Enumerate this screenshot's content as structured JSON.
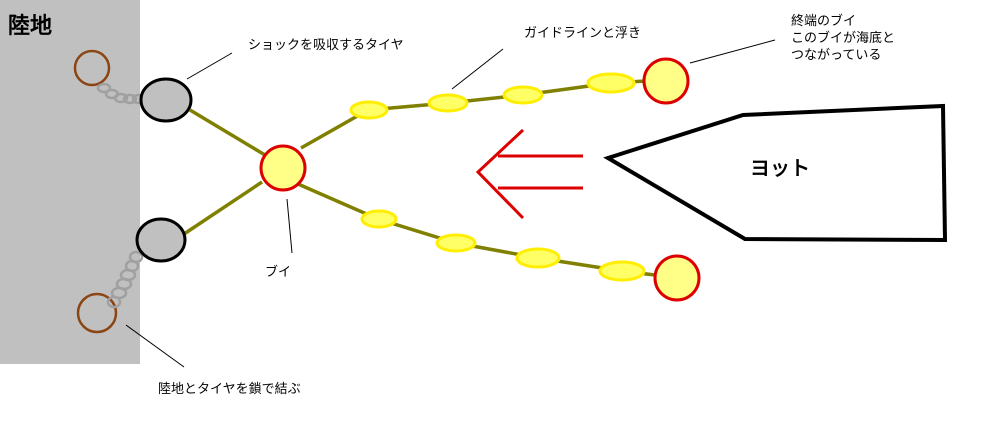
{
  "labels": {
    "land": "陸地",
    "shock_tire": "ショックを吸収するタイヤ",
    "guideline": "ガイドラインと浮き",
    "terminal_line1": "終端のブイ",
    "terminal_line2": "このブイが海底と",
    "terminal_line3": "つながっている",
    "buoy": "ブイ",
    "land_chain": "陸地とタイヤを鎖で結ぶ",
    "yacht": "ヨット"
  },
  "colors": {
    "land_fill": "#c0c0c0",
    "tire_fill": "#c0c0c0",
    "float_fill": "#ffff66",
    "float_stroke": "#ffff00",
    "buoy_fill": "#ffff88",
    "buoy_stroke": "#dd0000",
    "rope": "#808000",
    "arrow": "#dd0000",
    "ring": "#8b4513",
    "chain": "#a0a0a0"
  }
}
